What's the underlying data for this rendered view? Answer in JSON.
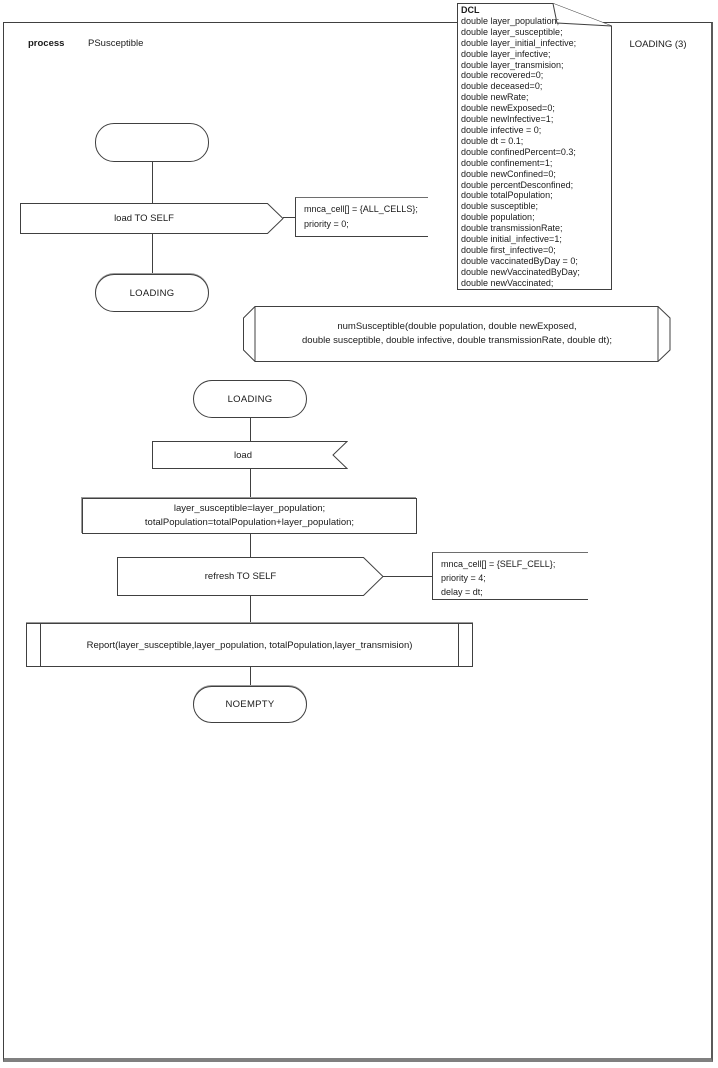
{
  "header": {
    "process_label": "process",
    "process_name": "PSusceptible",
    "partition_label": "LOADING (3)"
  },
  "dcl": {
    "lines": [
      "DCL",
      "double layer_population;",
      "double layer_susceptible;",
      "double layer_initial_infective;",
      "double layer_infective;",
      "double layer_transmision;",
      "double recovered=0;",
      "double deceased=0;",
      "double newRate;",
      "double newExposed=0;",
      "double newInfective=1;",
      "double infective = 0;",
      "double dt = 0.1;",
      "double confinedPercent=0.3;",
      "double confinement=1;",
      "double newConfined=0;",
      "double percentDesconfined;",
      "double totalPopulation;",
      "double susceptible;",
      "double population;",
      "double transmissionRate;",
      "double initial_infective=1;",
      "double first_infective=0;",
      "double vaccinatedByDay = 0;",
      "double newVaccinatedByDay;",
      "double newVaccinated;"
    ]
  },
  "flow": {
    "output_load": {
      "label": "load TO SELF"
    },
    "comment_load": {
      "line1": "mnca_cell[] = {ALL_CELLS};",
      "line2": "priority = 0;"
    },
    "state_loading_top": {
      "label": "LOADING"
    },
    "proc_decl": {
      "line1": "numSusceptible(double population, double newExposed,",
      "line2": "double susceptible, double infective, double transmissionRate, double dt);"
    },
    "state_loading_mid": {
      "label": "LOADING"
    },
    "input_load": {
      "label": "load"
    },
    "task": {
      "line1": "layer_susceptible=layer_population;",
      "line2": "totalPopulation=totalPopulation+layer_population;"
    },
    "output_refresh": {
      "label": "refresh TO SELF"
    },
    "comment_refresh": {
      "line1": "mnca_cell[] = {SELF_CELL};",
      "line2": "priority = 4;",
      "line3": "delay = dt;"
    },
    "proc_call": {
      "label": "Report(layer_susceptible,layer_population, totalPopulation,layer_transmision)"
    },
    "state_noempty": {
      "label": "NOEMPTY"
    }
  },
  "colors": {
    "line": "#404040",
    "shadow": "#808080",
    "background": "#ffffff"
  }
}
